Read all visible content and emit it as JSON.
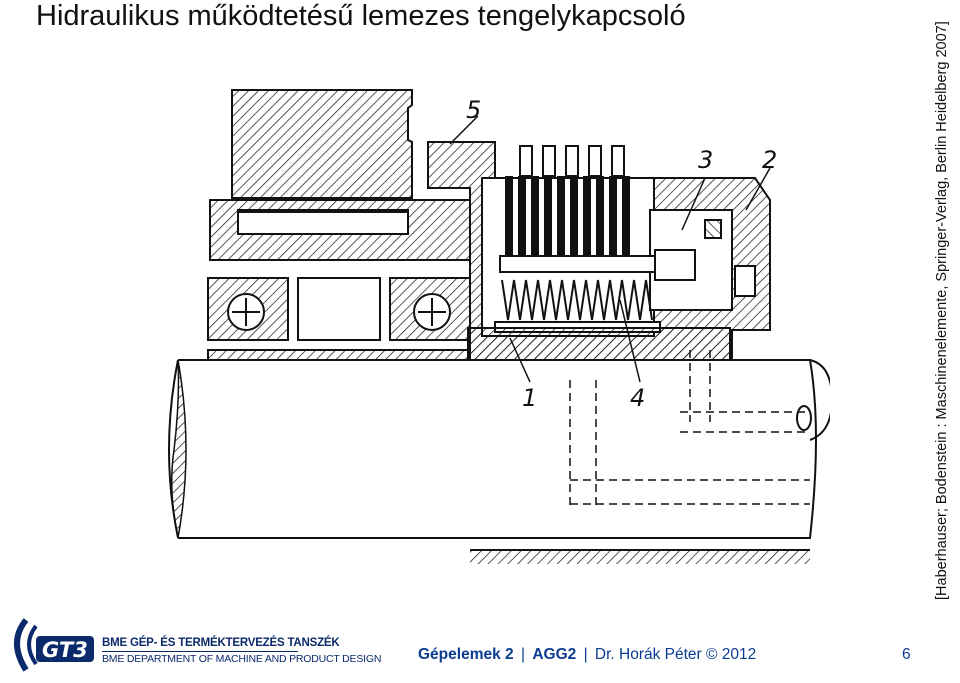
{
  "slide": {
    "title": "Hidraulikus működtetésű lemezes tengelykapcsoló",
    "source": "[Haberhauser; Bodenstein : Maschinenelemente, Springer-Verlag, Berlin Heidelberg 2007]",
    "page_number": "6"
  },
  "drawing": {
    "part_labels": [
      "5",
      "3",
      "2",
      "1",
      "4"
    ]
  },
  "logo": {
    "mark": "GT3",
    "dept_hu": "BME GÉP- ÉS TERMÉKTERVEZÉS TANSZÉK",
    "dept_en": "BME DEPARTMENT OF MACHINE AND PRODUCT DESIGN"
  },
  "footer": {
    "course": "Gépelemek 2",
    "code": "AGG2",
    "author": "Dr. Horák Péter © 2012"
  },
  "colors": {
    "footer_text": "#0b3c91",
    "logo_blue": "#0b2a6b"
  }
}
